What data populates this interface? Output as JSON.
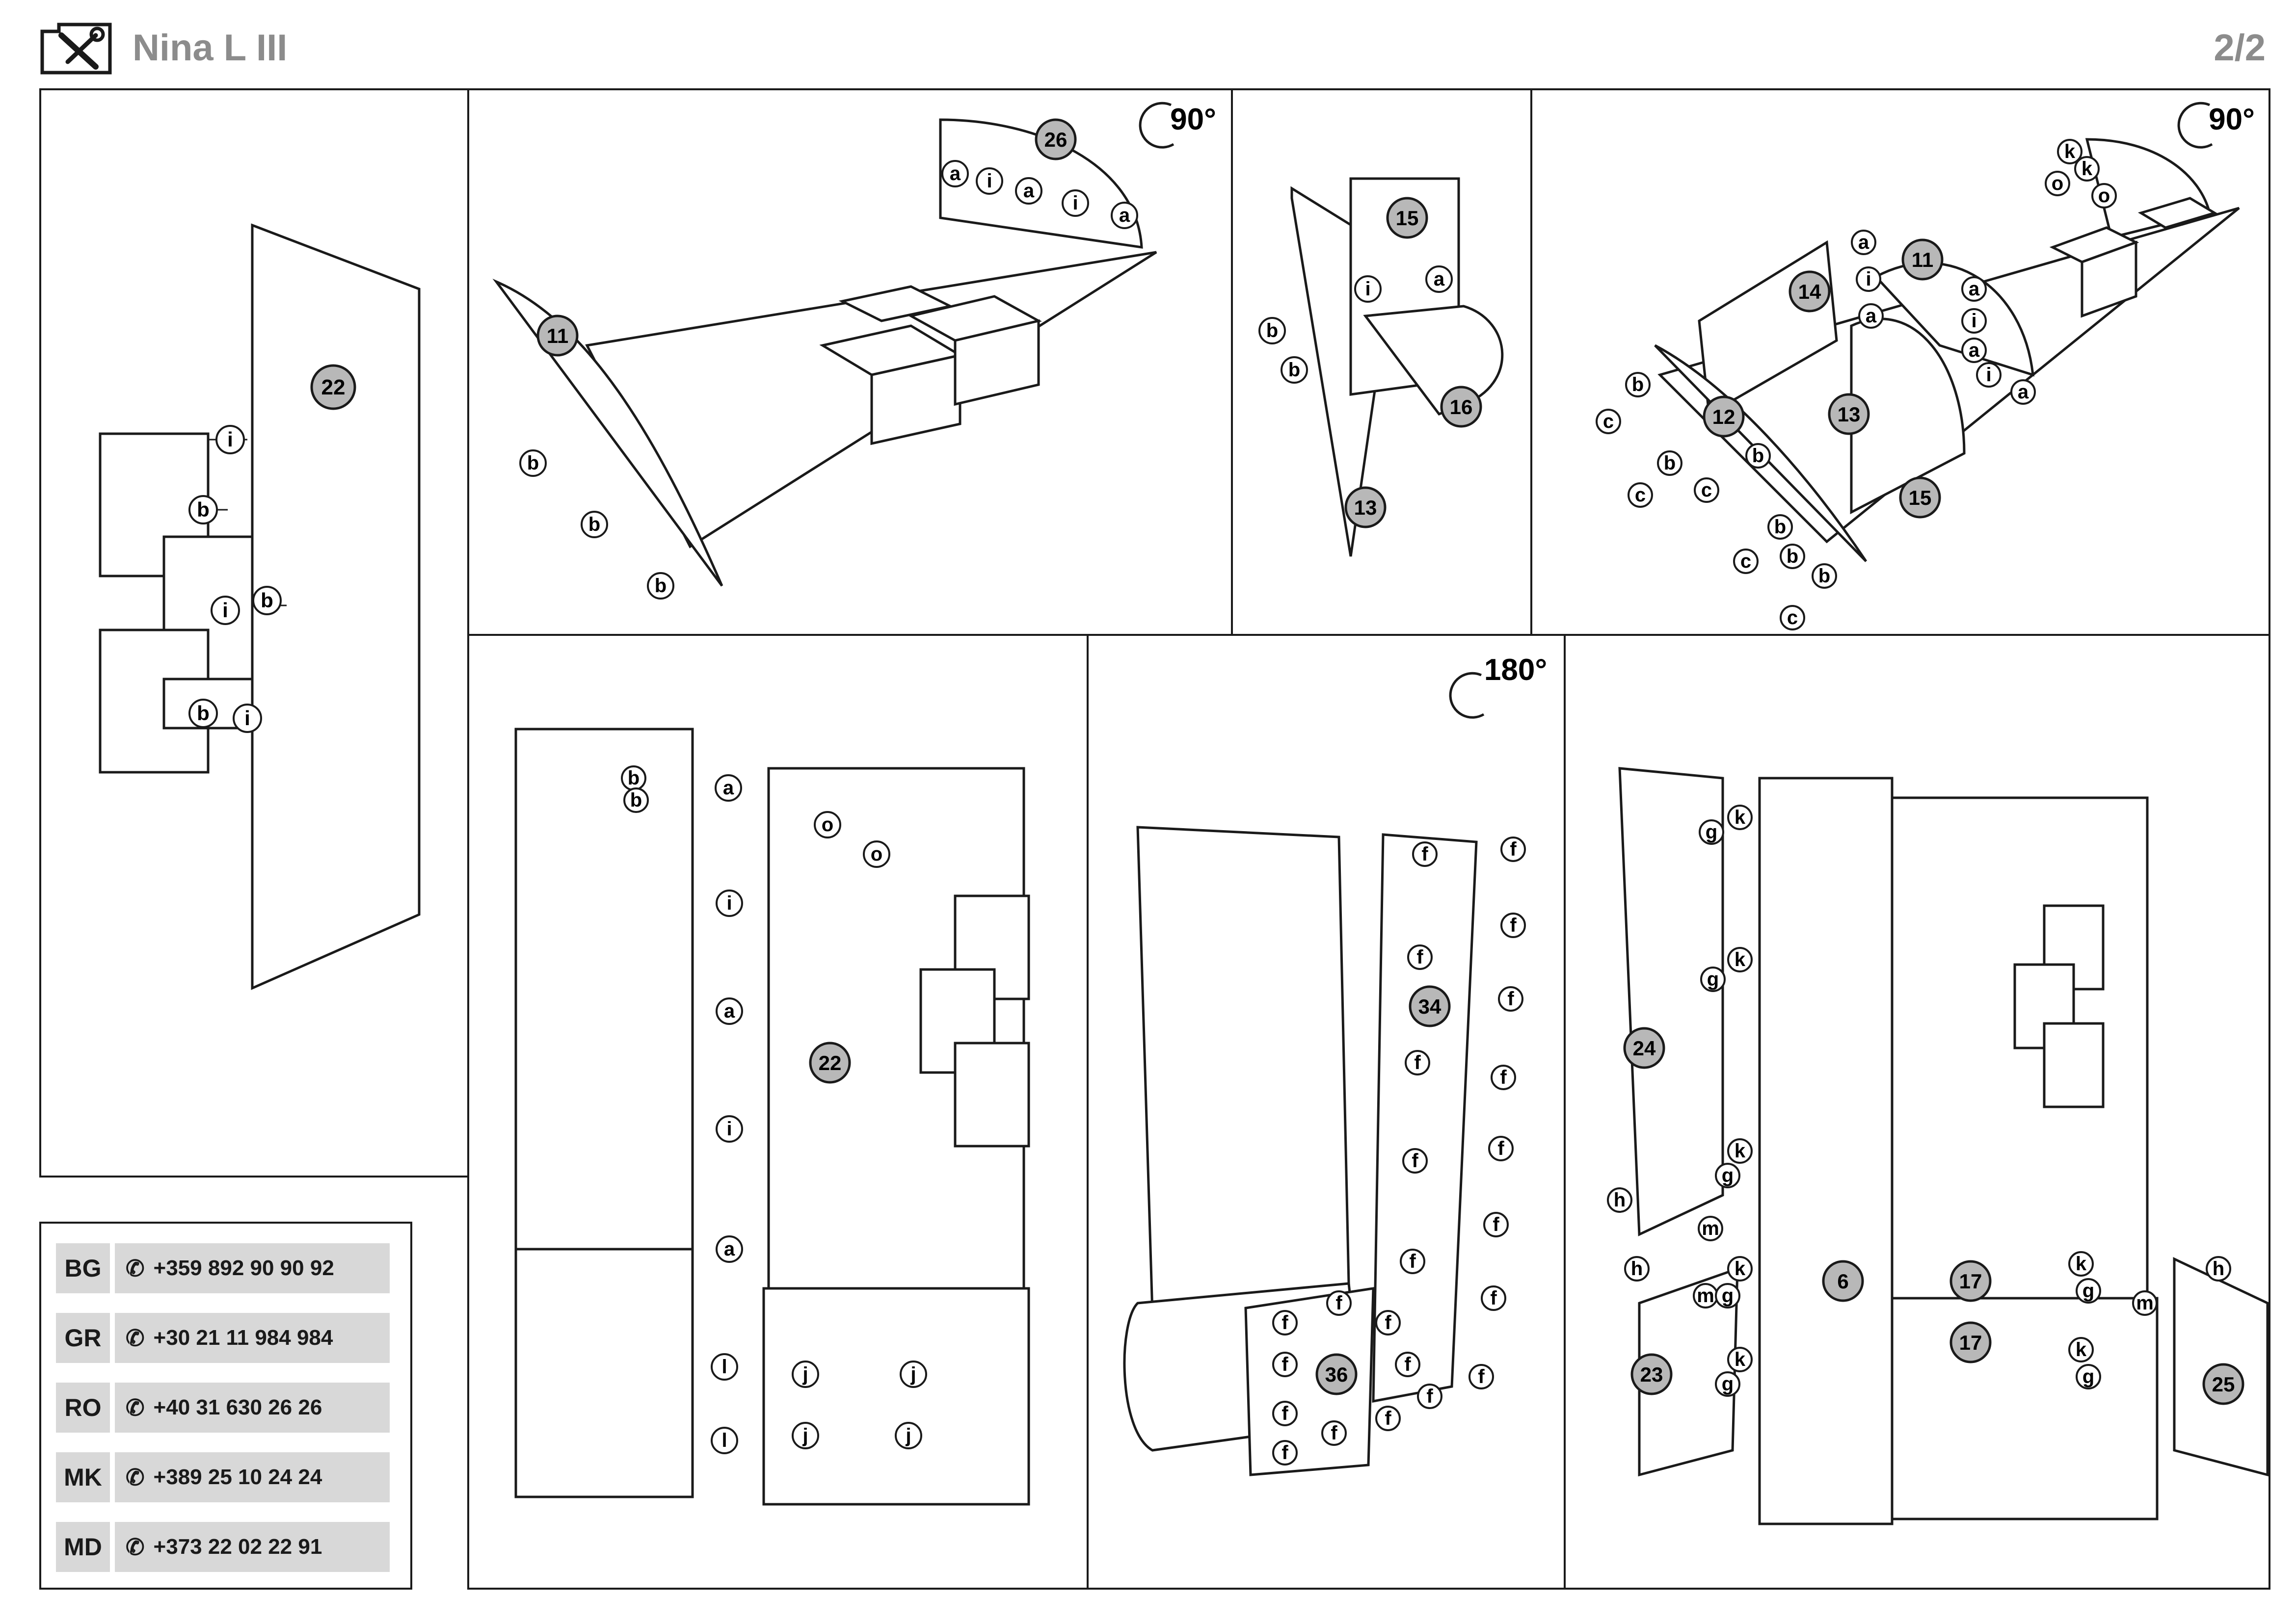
{
  "header": {
    "title": "Nina L III",
    "page": "2/2",
    "icon": "tools-icon"
  },
  "steps": {
    "step2_rotation": "90°",
    "step4_rotation": "90°",
    "step6_rotation": "180°"
  },
  "labels": {
    "a": "a",
    "b": "b",
    "c": "c",
    "f": "f",
    "g": "g",
    "h": "h",
    "i": "i",
    "j": "j",
    "k": "k",
    "l": "l",
    "m": "m",
    "o": "o"
  },
  "parts": {
    "p6": "6",
    "p11": "11",
    "p12": "12",
    "p13": "13",
    "p14": "14",
    "p15": "15",
    "p16": "16",
    "p17": "17",
    "p22": "22",
    "p23": "23",
    "p24": "24",
    "p25": "25",
    "p26": "26",
    "p34": "34",
    "p36": "36"
  },
  "contacts": [
    {
      "code": "BG",
      "phone": "+359 892 90 90 92"
    },
    {
      "code": "GR",
      "phone": "+30 21 11 984 984"
    },
    {
      "code": "RO",
      "phone": "+40 31 630 26 26"
    },
    {
      "code": "MK",
      "phone": "+389 25 10 24 24"
    },
    {
      "code": "MD",
      "phone": "+373 22 02 22 91"
    }
  ]
}
